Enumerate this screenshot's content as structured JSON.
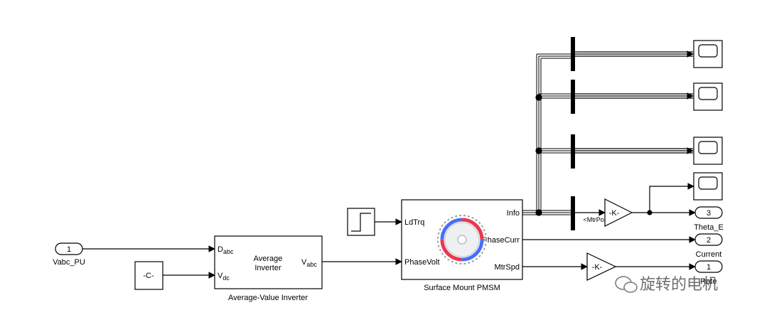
{
  "inports": {
    "vabc": {
      "number": "1",
      "label": "Vabc_PU"
    }
  },
  "constant_block": {
    "value": "-C-"
  },
  "inverter": {
    "port_d": "D",
    "port_d_sub": "abc",
    "port_v": "V",
    "port_v_sub": "dc",
    "title_line1": "Average",
    "title_line2": "Inverter",
    "out_port": "V",
    "out_port_sub": "abc",
    "caption": "Average-Value Inverter"
  },
  "motor": {
    "in_ports": [
      "LdTrq",
      "PhaseVolt"
    ],
    "out_ports": [
      "Info",
      "PhaseCurr",
      "MtrSpd"
    ],
    "caption": "Surface Mount PMSM"
  },
  "bus_selector": {
    "signal_label": "<MtrPos>"
  },
  "gains": {
    "gain_top": "-K-",
    "gain_bottom": "-K-"
  },
  "outports": [
    {
      "number": "3",
      "label": "Theta_E"
    },
    {
      "number": "2",
      "label": "Current"
    },
    {
      "number": "1",
      "label": "Rate"
    }
  ],
  "watermark": {
    "text": "旋转的电机"
  },
  "colors": {
    "line": "#000000",
    "rotor_red": "#e8384f",
    "rotor_blue": "#4a6ef5",
    "rotor_gray": "#9aa0a8"
  }
}
